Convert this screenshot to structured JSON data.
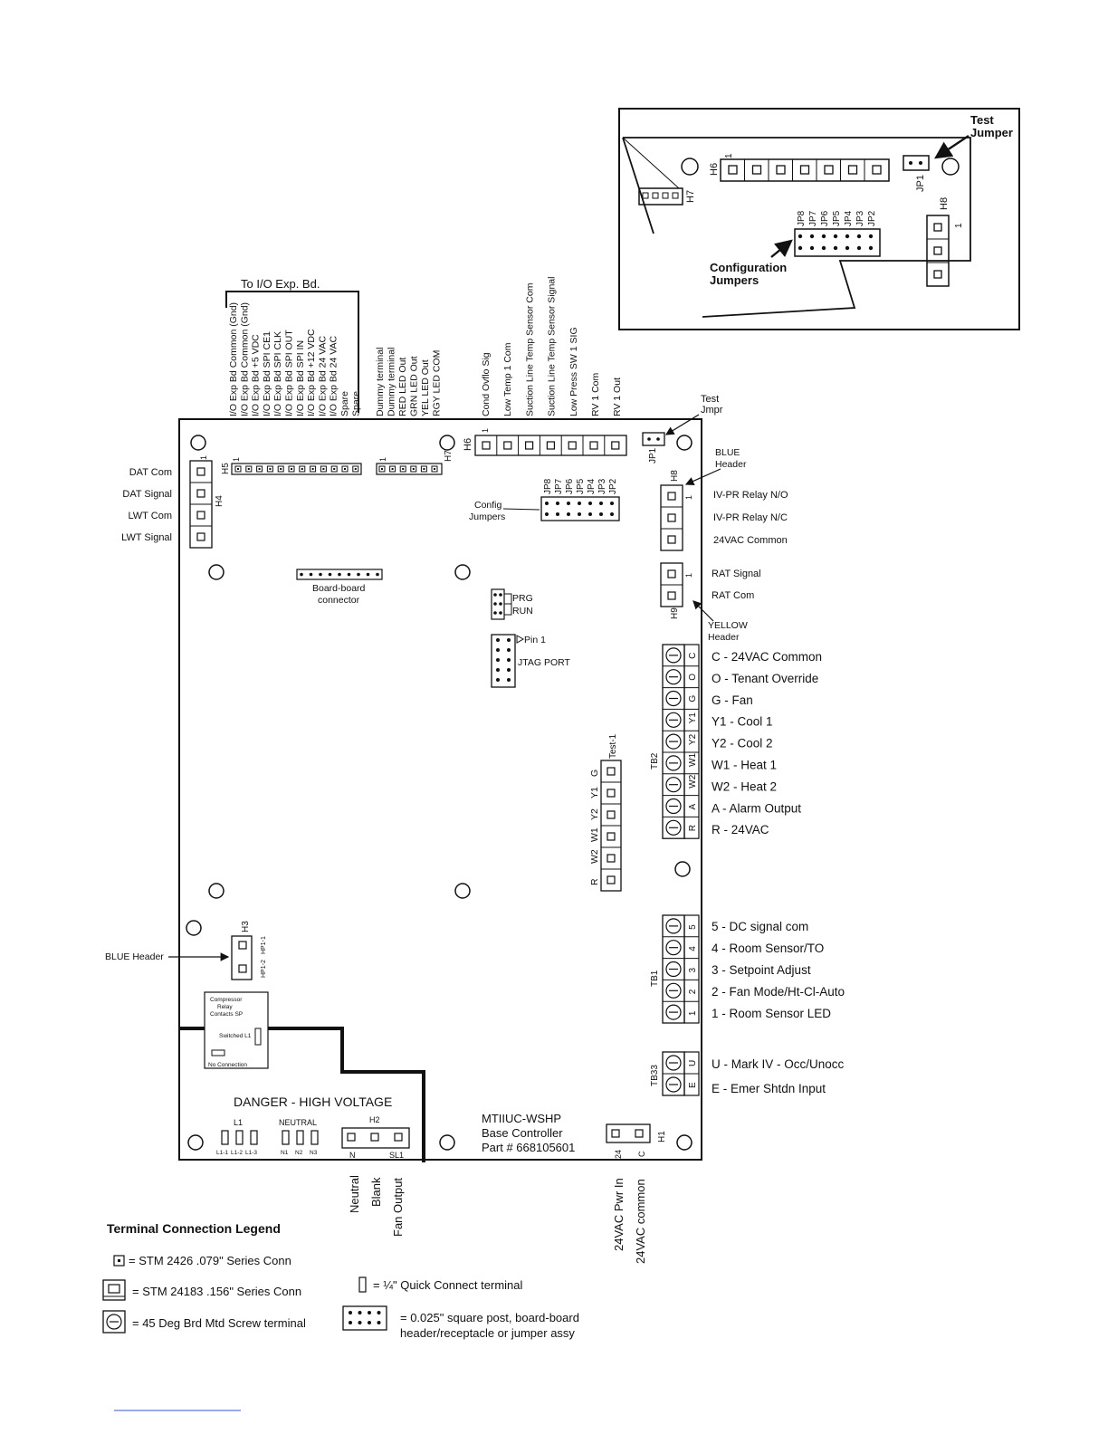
{
  "inset": {
    "test_jumper": [
      "Test",
      "Jumper"
    ],
    "h6": "H6",
    "h6_pin1": "1",
    "h7": "H7",
    "jp1": "JP1",
    "h8": "H8",
    "h8_pin1": "1",
    "jumpers": [
      "JP8",
      "JP7",
      "JP6",
      "JP5",
      "JP4",
      "JP3",
      "JP2"
    ],
    "config": [
      "Configuration",
      "Jumpers"
    ]
  },
  "to_io_exp": "To I/O Exp. Bd.",
  "h5_signals": [
    "I/O Exp Bd Common (Gnd)",
    "I/O Exp Bd Common (Gnd)",
    "I/O Exp Bd +5 VDC",
    "I/O Exp Bd SPI CE1",
    "I/O Exp Bd SPI CLK",
    "I/O Exp Bd SPI OUT",
    "I/O Exp Bd SPI IN",
    "I/O Exp Bd +12 VDC",
    "I/O Exp Bd 24 VAC",
    "I/O Exp Bd 24 VAC",
    "Spare",
    "Spare"
  ],
  "h7_signals": [
    "Dummy terminal",
    "Dummy terminal",
    "RED LED Out",
    "GRN LED Out",
    "YEL LED Out",
    "RGY LED COM"
  ],
  "h6_signals": [
    "Cond Ovflo Sig",
    "Low Temp 1 Com",
    "Suction Line Temp Sensor Com",
    "Suction Line Temp Sensor Signal",
    "Low Press SW 1 SIG",
    "RV 1 Com",
    "RV 1 Out"
  ],
  "test_jmpr": [
    "Test",
    "Jmpr"
  ],
  "board": {
    "h5": "H5",
    "h7": "H7",
    "h6": "H6",
    "h4": "H4",
    "jp1": "JP1",
    "h8": "H8",
    "h9": "H9",
    "tb2": "TB2",
    "tb1": "TB1",
    "tb33": "TB33",
    "h3": "H3",
    "h2": "H2",
    "h1": "H1",
    "pin1": "1",
    "h4_labels": [
      "DAT Com",
      "DAT Signal",
      "LWT Com",
      "LWT Signal"
    ],
    "config_jumpers": [
      "Config",
      "Jumpers"
    ],
    "jp_labels": [
      "JP8",
      "JP7",
      "JP6",
      "JP5",
      "JP4",
      "JP3",
      "JP2"
    ],
    "board_board": [
      "Board-board",
      "connector"
    ],
    "prg": "PRG",
    "run": "RUN",
    "pin1_label": "Pin 1",
    "jtag": "JTAG PORT",
    "blue_header_top": [
      "BLUE",
      "Header"
    ],
    "h8_labels": [
      "IV-PR Relay N/O",
      "IV-PR Relay N/C",
      "24VAC Common"
    ],
    "h9_labels": [
      "RAT Signal",
      "RAT Com"
    ],
    "yellow_header": [
      "YELLOW",
      "Header"
    ],
    "tb2_codes": [
      "C",
      "O",
      "G",
      "Y1",
      "Y2",
      "W1",
      "W2",
      "A",
      "R"
    ],
    "tb2_labels": [
      "C - 24VAC Common",
      "O - Tenant Override",
      "G - Fan",
      "Y1 - Cool 1",
      "Y2 - Cool 2",
      "W1 - Heat 1",
      "W2 - Heat 2",
      "A - Alarm Output",
      "R - 24VAC"
    ],
    "test1": "Test-1",
    "test1_codes": [
      "G",
      "Y1",
      "Y2",
      "W1",
      "W2",
      "R"
    ],
    "tb1_codes": [
      "5",
      "4",
      "3",
      "2",
      "1"
    ],
    "tb1_labels": [
      "5 - DC signal com",
      "4 - Room Sensor/TO",
      "3 - Setpoint Adjust",
      "2 - Fan Mode/Ht-Cl-Auto",
      "1 - Room Sensor LED"
    ],
    "tb33_codes": [
      "U",
      "E"
    ],
    "tb33_labels": [
      "U - Mark IV - Occ/Unocc",
      "E - Emer Shtdn Input"
    ],
    "blue_header": "BLUE Header",
    "hp1_1": "HP1-1",
    "hp1_2": "HP1-2",
    "relay": [
      "Compressor",
      "Relay",
      "Contacts SP"
    ],
    "switched_l1": "Switched L1",
    "no_connection": "No Connection",
    "danger": "DANGER - HIGH VOLTAGE",
    "l1": "L1",
    "l1_terms": [
      "L1-1",
      "L1-2",
      "L1-3"
    ],
    "neutral": "NEUTRAL",
    "n_terms": [
      "N1",
      "N2",
      "N3"
    ],
    "h2_n": "N",
    "h2_sl1": "SL1",
    "model": [
      "MTIIUC-WSHP",
      "Base Controller",
      "Part # 668105601"
    ],
    "h1_codes": [
      "24",
      "C"
    ]
  },
  "bottom_labels": {
    "h2": [
      "Neutral",
      "Blank",
      "Fan Output"
    ],
    "h1": [
      "24VAC Pwr In",
      "24VAC common"
    ]
  },
  "legend": {
    "title": "Terminal Connection Legend",
    "items": [
      "= STM 2426 .079\" Series Conn",
      "= STM 24183 .156\" Series Conn",
      "= 45 Deg Brd Mtd Screw terminal",
      "= ¼\" Quick Connect terminal",
      "= 0.025\" square post, board-board",
      "header/receptacle or jumper assy"
    ]
  }
}
